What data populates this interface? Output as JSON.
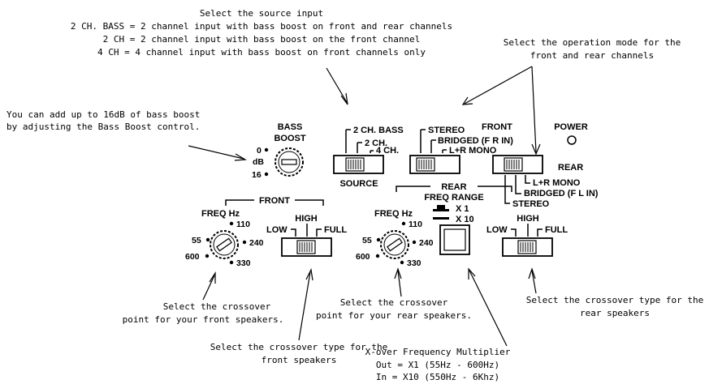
{
  "annotations": {
    "source_title": "Select the source input",
    "source_line1": "2 CH. BASS = 2 channel input with bass boost on front and rear channels",
    "source_line2": "2 CH = 2 channel input with bass boost on the front channel",
    "source_line3": "4 CH = 4 channel input with bass boost on front channels only",
    "mode_line1": "Select the operation mode for the",
    "mode_line2": "front and rear channels",
    "bass_line1": "You can add up to 16dB of bass boost",
    "bass_line2": "by adjusting the Bass Boost control.",
    "xover_front_line1": "Select the crossover",
    "xover_front_line2": "point for your front speakers.",
    "xover_rear_line1": "Select the crossover",
    "xover_rear_line2": "point for your rear speakers.",
    "type_front_line1": "Select the crossover type for the",
    "type_front_line2": "front speakers",
    "type_rear_line1": "Select the crossover type for the",
    "type_rear_line2": "rear speakers",
    "mult_line1": "X-over Frequency Multiplier",
    "mult_line2": "Out = X1 (55Hz - 600Hz)",
    "mult_line3": "In = X10 (550Hz - 6Khz)"
  },
  "panel": {
    "bass_boost": {
      "title1": "BASS",
      "title2": "BOOST",
      "min": "0",
      "unit": "dB",
      "max": "16"
    },
    "source": {
      "opt1": "2 CH. BASS",
      "opt2": "2 CH.",
      "opt3": "4 CH.",
      "label": "SOURCE"
    },
    "front_mode": {
      "opt1": "STEREO",
      "opt2": "BRIDGED (F R IN)",
      "opt3": "L+R MONO",
      "label": "FRONT"
    },
    "power": "POWER",
    "rear_mode": {
      "label": "REAR",
      "opt1": "L+R MONO",
      "opt2": "BRIDGED (F L IN)",
      "opt3": "STEREO"
    },
    "front_freq": {
      "group": "FRONT",
      "title": "FREQ Hz",
      "t110": "110",
      "t55": "55",
      "t240": "240",
      "t600": "600",
      "t330": "330"
    },
    "front_type": {
      "high": "HIGH",
      "low": "LOW",
      "full": "FULL"
    },
    "rear_freq": {
      "title": "FREQ Hz",
      "t110": "110",
      "t55": "55",
      "t240": "240",
      "t600": "600",
      "t330": "330"
    },
    "freq_range": {
      "title1": "REAR",
      "title2": "FREQ RANGE",
      "x1": "X 1",
      "x10": "X 10"
    },
    "rear_type": {
      "high": "HIGH",
      "low": "LOW",
      "full": "FULL"
    }
  }
}
